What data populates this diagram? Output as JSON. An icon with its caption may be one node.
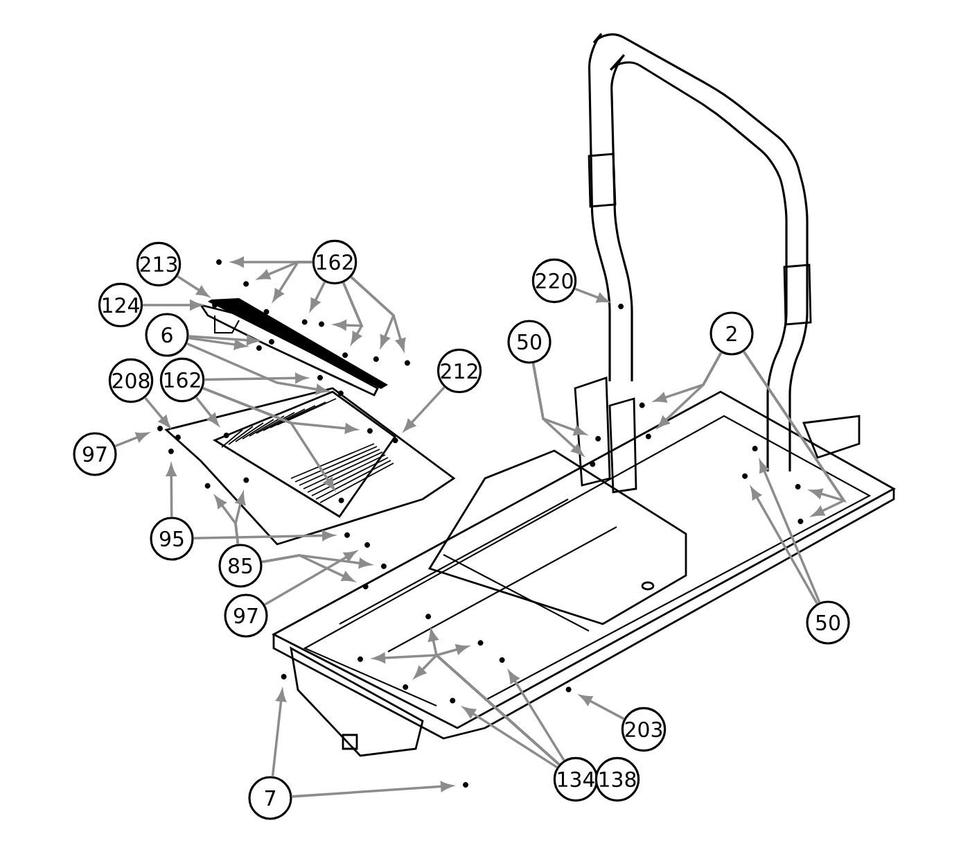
{
  "diagram": {
    "nodes": [
      {
        "text": [
          "213"
        ]
      },
      {
        "text": [
          "162"
        ]
      },
      {
        "text": [
          "124"
        ]
      },
      {
        "text": [
          "6"
        ]
      },
      {
        "text": [
          "220"
        ]
      },
      {
        "text": [
          "50"
        ]
      },
      {
        "text": [
          "2"
        ]
      },
      {
        "text": [
          "212"
        ]
      },
      {
        "text": [
          "208"
        ]
      },
      {
        "text": [
          "162"
        ]
      },
      {
        "text": [
          "97"
        ]
      },
      {
        "text": [
          "95"
        ]
      },
      {
        "text": [
          "85"
        ]
      },
      {
        "text": [
          "97"
        ]
      },
      {
        "text": [
          "50"
        ]
      },
      {
        "text": [
          "203"
        ]
      },
      {
        "text": [
          "134"
        ]
      },
      {
        "text": [
          "138"
        ]
      },
      {
        "text": [
          "7"
        ]
      }
    ],
    "edges": [
      {
        "from": 0,
        "to": null,
        "arrow": "to"
      },
      {
        "from": 1,
        "to": null,
        "arrow": "to"
      },
      {
        "from": 1,
        "to": null,
        "arrow": "to"
      },
      {
        "from": 1,
        "to": null,
        "arrow": "to"
      },
      {
        "from": 1,
        "to": null,
        "arrow": "to"
      },
      {
        "from": 1,
        "to": null,
        "arrow": "to"
      },
      {
        "from": 1,
        "to": null,
        "arrow": "to"
      },
      {
        "from": 1,
        "to": null,
        "arrow": "to"
      },
      {
        "from": 1,
        "to": null,
        "arrow": "to"
      },
      {
        "from": 2,
        "to": null,
        "arrow": "to"
      },
      {
        "from": 3,
        "to": null,
        "arrow": "to"
      },
      {
        "from": 3,
        "to": null,
        "arrow": "to"
      },
      {
        "from": 3,
        "to": null,
        "arrow": "to"
      },
      {
        "from": 4,
        "to": null,
        "arrow": "to"
      },
      {
        "from": 5,
        "to": null,
        "arrow": "to"
      },
      {
        "from": 5,
        "to": null,
        "arrow": "to"
      },
      {
        "from": 6,
        "to": null,
        "arrow": "to"
      },
      {
        "from": 6,
        "to": null,
        "arrow": "to"
      },
      {
        "from": 6,
        "to": null,
        "arrow": "to"
      },
      {
        "from": 6,
        "to": null,
        "arrow": "to"
      },
      {
        "from": 7,
        "to": null,
        "arrow": "to"
      },
      {
        "from": 8,
        "to": null,
        "arrow": "to"
      },
      {
        "from": 9,
        "to": null,
        "arrow": "to"
      },
      {
        "from": 9,
        "to": null,
        "arrow": "to"
      },
      {
        "from": 9,
        "to": null,
        "arrow": "to"
      },
      {
        "from": 9,
        "to": null,
        "arrow": "to"
      },
      {
        "from": 10,
        "to": null,
        "arrow": "to"
      },
      {
        "from": 11,
        "to": null,
        "arrow": "to"
      },
      {
        "from": 11,
        "to": null,
        "arrow": "to"
      },
      {
        "from": 12,
        "to": null,
        "arrow": "to"
      },
      {
        "from": 12,
        "to": null,
        "arrow": "to"
      },
      {
        "from": 12,
        "to": null,
        "arrow": "to"
      },
      {
        "from": 12,
        "to": null,
        "arrow": "to"
      },
      {
        "from": 13,
        "to": null,
        "arrow": "to"
      },
      {
        "from": 14,
        "to": null,
        "arrow": "to"
      },
      {
        "from": 14,
        "to": null,
        "arrow": "to"
      },
      {
        "from": 15,
        "to": null,
        "arrow": "to"
      },
      {
        "from": 16,
        "to": null,
        "arrow": "to"
      },
      {
        "from": 16,
        "to": null,
        "arrow": "to"
      },
      {
        "from": 16,
        "to": null,
        "arrow": "to"
      },
      {
        "from": 16,
        "to": null,
        "arrow": "to"
      },
      {
        "from": 16,
        "to": null,
        "arrow": "to"
      },
      {
        "from": 16,
        "to": null,
        "arrow": "to"
      },
      {
        "from": 18,
        "to": null,
        "arrow": "to"
      },
      {
        "from": 18,
        "to": null,
        "arrow": "to"
      }
    ]
  }
}
